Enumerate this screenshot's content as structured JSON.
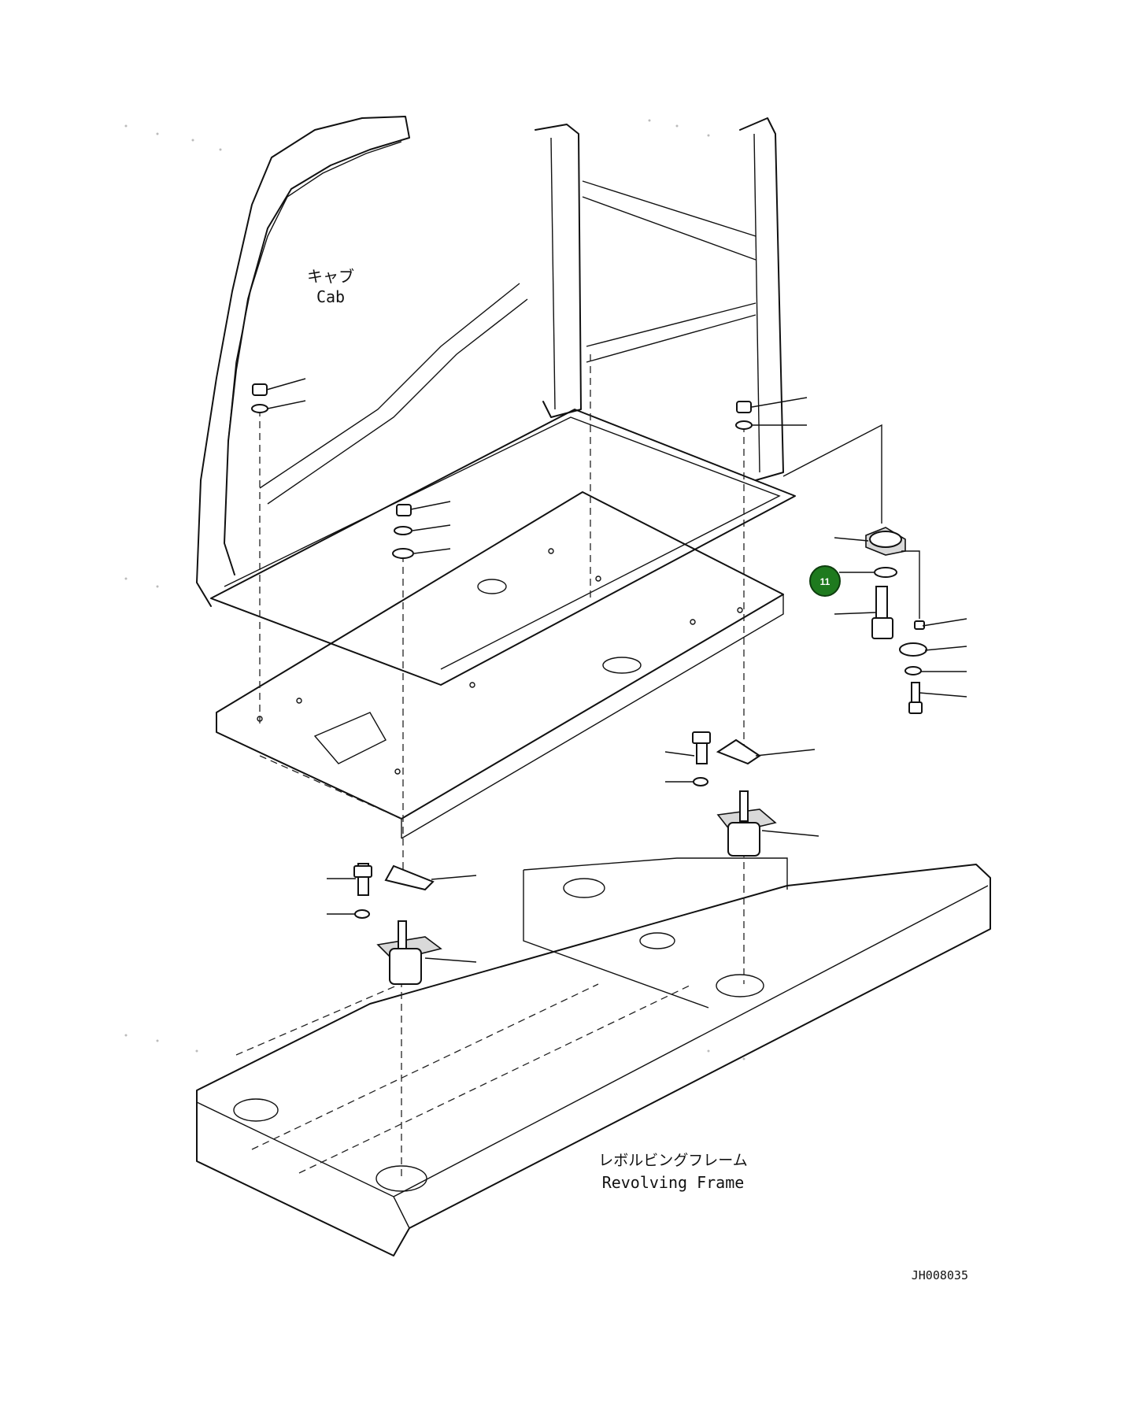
{
  "labels": {
    "cab_jp": "キャブ",
    "cab_en": "Cab",
    "frame_jp": "レボルビングフレーム",
    "frame_en": "Revolving Frame",
    "drawing_code": "JH008035"
  },
  "callout": {
    "number": "11",
    "color": "#1e7a1e"
  }
}
